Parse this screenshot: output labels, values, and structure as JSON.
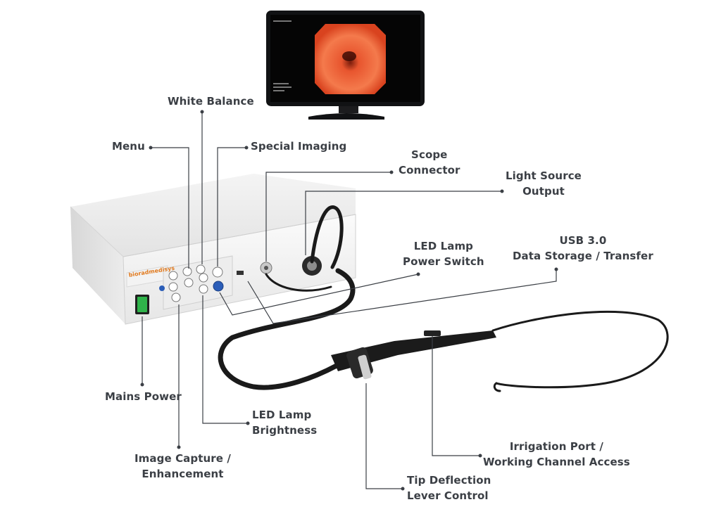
{
  "labels": {
    "white_balance": "White Balance",
    "menu": "Menu",
    "special_imaging": "Special Imaging",
    "scope_connector": [
      "Scope",
      "Connector"
    ],
    "light_source_output": [
      "Light Source",
      "Output"
    ],
    "usb": [
      "USB 3.0",
      "Data Storage / Transfer"
    ],
    "led_lamp_power": [
      "LED Lamp",
      "Power Switch"
    ],
    "mains_power": "Mains Power",
    "led_lamp_brightness": [
      "LED Lamp",
      "Brightness"
    ],
    "image_capture": [
      "Image Capture /",
      "Enhancement"
    ],
    "irrigation": [
      "Irrigation Port /",
      "Working Channel Access"
    ],
    "tip_deflection": [
      "Tip Deflection",
      "Lever Control"
    ]
  },
  "device": {
    "brand_logo": "bioradmedisys"
  },
  "colors": {
    "label_text": "#3b3f45",
    "leader_line": "#3b3f45",
    "monitor_image": "#e8552e",
    "power_switch": "#2fb34a",
    "power_button": "#2b5db8"
  }
}
